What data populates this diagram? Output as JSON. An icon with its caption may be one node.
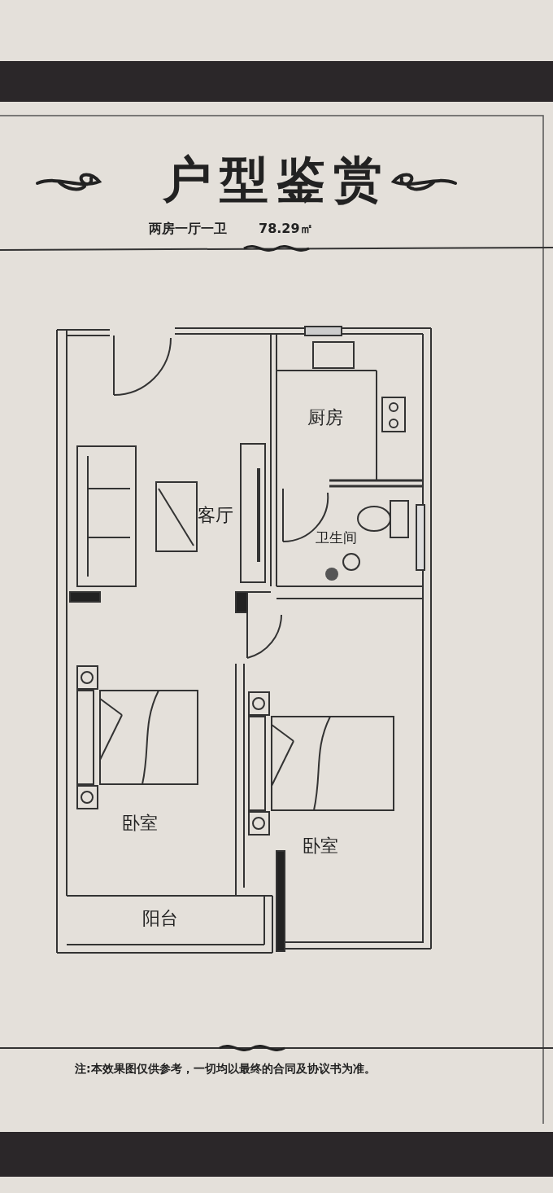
{
  "diagram": {
    "title": "户型鉴赏",
    "labels": [
      "两房一厅一卫",
      "78.29㎡",
      "厨房",
      "客厅",
      "卫生间",
      "卧室",
      "卧室",
      "阳台"
    ],
    "caption": "注:本效果图仅供参考，一切均以最终的合同及协议书为准。"
  }
}
